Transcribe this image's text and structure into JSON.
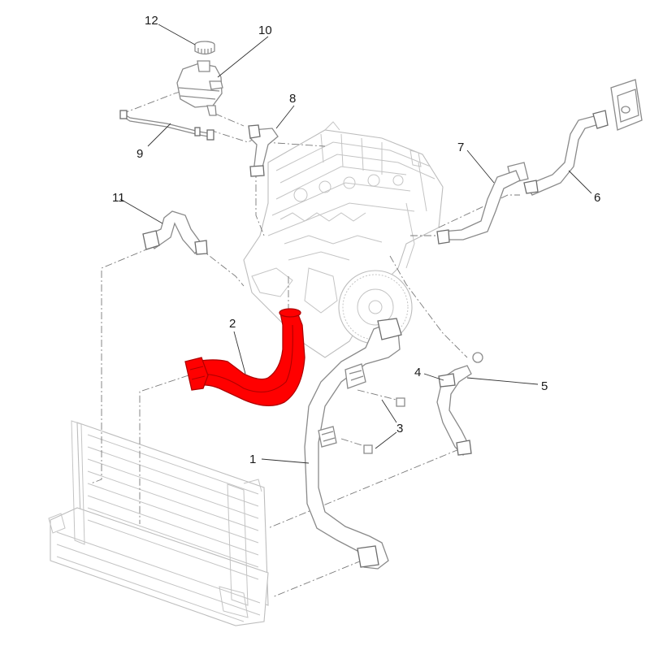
{
  "diagram": {
    "highlight_color": "#ff0000",
    "highlighted_part": "2",
    "callouts": [
      "1",
      "2",
      "3",
      "3",
      "4",
      "5",
      "6",
      "7",
      "8",
      "9",
      "10",
      "11",
      "12"
    ]
  }
}
